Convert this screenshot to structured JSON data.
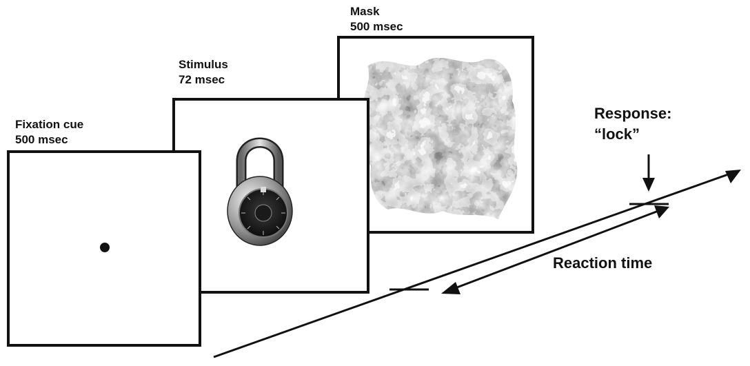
{
  "frames": {
    "mask": {
      "title": "Mask",
      "duration": "500 msec"
    },
    "stimulus": {
      "title": "Stimulus",
      "duration": "72 msec"
    },
    "fixation": {
      "title": "Fixation cue",
      "duration": "500 msec"
    }
  },
  "response": {
    "line1": "Response:",
    "line2": "“lock”"
  },
  "reaction_time": "Reaction time",
  "icons": {
    "stimulus_image": "padlock-icon",
    "mask_image": "noise-mask-pattern"
  }
}
